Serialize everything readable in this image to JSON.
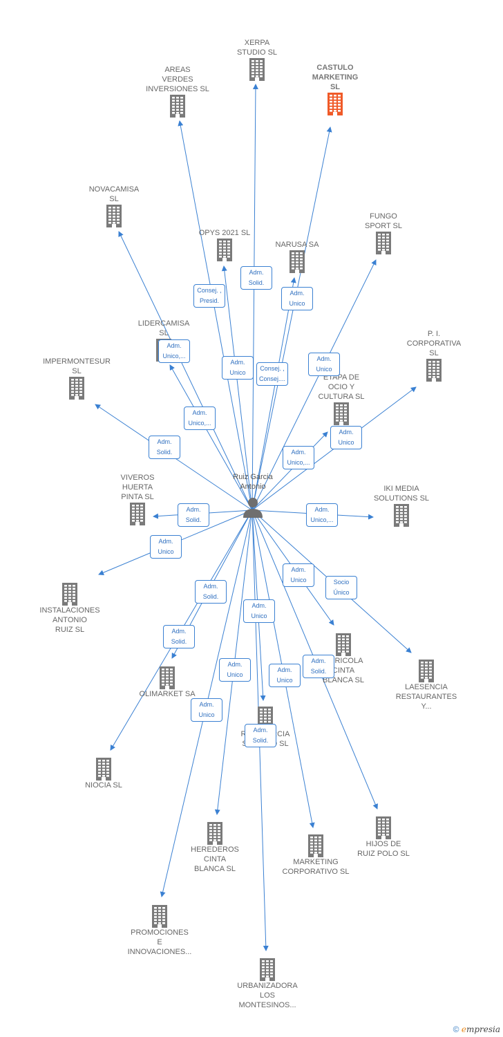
{
  "center": {
    "name": "Ruiz Garcia\nAntonio",
    "icon": "person-icon"
  },
  "colors": {
    "company": "#7a7a7a",
    "highlight": "#f05a28",
    "link": "#3a80d2"
  },
  "companies": [
    {
      "id": "xerpa",
      "label": "XERPA\nSTUDIO  SL",
      "highlight": false
    },
    {
      "id": "areas",
      "label": "AREAS\nVERDES\nINVERSIONES SL",
      "highlight": false
    },
    {
      "id": "castulo",
      "label": "CASTULO\nMARKETING\nSL",
      "highlight": true
    },
    {
      "id": "novacamisa",
      "label": "NOVACAMISA\nSL",
      "highlight": false
    },
    {
      "id": "opys",
      "label": "OPYS 2021  SL",
      "highlight": false
    },
    {
      "id": "narusa",
      "label": "NARUSA SA",
      "highlight": false
    },
    {
      "id": "fungo",
      "label": "FUNGO\nSPORT SL",
      "highlight": false
    },
    {
      "id": "pi",
      "label": "P.  I.\nCORPORATIVA\nSL",
      "highlight": false
    },
    {
      "id": "lidercamisa",
      "label": "LIDERCAMISA\nSL",
      "highlight": false
    },
    {
      "id": "impermontesur",
      "label": "IMPERMONTESUR\nSL",
      "highlight": false
    },
    {
      "id": "etapa",
      "label": "ETAPA DE\nOCIO Y\nCULTURA  SL",
      "highlight": false
    },
    {
      "id": "viveros",
      "label": "VIVEROS\nHUERTA\nPINTA SL",
      "highlight": false
    },
    {
      "id": "iki",
      "label": "IKI MEDIA\nSOLUTIONS  SL",
      "highlight": false
    },
    {
      "id": "instalaciones",
      "label": "INSTALACIONES\nANTONIO\nRUIZ SL",
      "highlight": false
    },
    {
      "id": "olimarket",
      "label": "OLIMARKET SA",
      "highlight": false
    },
    {
      "id": "agricola",
      "label": "AGRICOLA\nCINTA\nBLANCA SL",
      "highlight": false
    },
    {
      "id": "laesencia",
      "label": "LAESENCIA\nRESTAURANTES\nY...",
      "highlight": false
    },
    {
      "id": "ruizgarcia",
      "label": "RUIZ GARCIA\nSORIANO  SL",
      "highlight": false
    },
    {
      "id": "niocia",
      "label": "NIOCIA SL",
      "highlight": false
    },
    {
      "id": "herederos",
      "label": "HEREDEROS\nCINTA\nBLANCA  SL",
      "highlight": false
    },
    {
      "id": "marketing",
      "label": "MARKETING\nCORPORATIVO SL",
      "highlight": false
    },
    {
      "id": "hijos",
      "label": "HIJOS DE\nRUIZ POLO SL",
      "highlight": false
    },
    {
      "id": "promociones",
      "label": "PROMOCIONES\nE\nINNOVACIONES...",
      "highlight": false
    },
    {
      "id": "urbanizadora",
      "label": "URBANIZADORA\nLOS\nMONTESINOS...",
      "highlight": false
    }
  ],
  "links": [
    {
      "to": "xerpa",
      "role": "Adm.\nSolid."
    },
    {
      "to": "areas",
      "role": "Consej. ,\nPresid."
    },
    {
      "to": "castulo",
      "role": "Adm.\nUnico"
    },
    {
      "to": "novacamisa",
      "role": "Adm.\nUnico,..."
    },
    {
      "to": "opys",
      "role": "Adm.\nUnico"
    },
    {
      "to": "narusa",
      "role": "Consej. ,\nConsej...."
    },
    {
      "to": "fungo",
      "role": "Adm.\nUnico"
    },
    {
      "to": "pi",
      "role": "Adm.\nUnico"
    },
    {
      "to": "lidercamisa",
      "role": "Adm.\nUnico,..."
    },
    {
      "to": "impermontesur",
      "role": "Adm.\nSolid."
    },
    {
      "to": "etapa",
      "role": "Adm.\nUnico,..."
    },
    {
      "to": "viveros",
      "role": "Adm.\nSolid."
    },
    {
      "to": "iki",
      "role": "Adm.\nUnico,..."
    },
    {
      "to": "instalaciones",
      "role": "Adm.\nUnico"
    },
    {
      "to": "olimarket",
      "role": "Adm.\nSolid."
    },
    {
      "to": "agricola",
      "role": "Adm.\nUnico"
    },
    {
      "to": "laesencia",
      "role": "Socio\nÚnico"
    },
    {
      "to": "ruizgarcia",
      "role": "Adm.\nUnico"
    },
    {
      "to": "niocia",
      "role": "Adm.\nSolid."
    },
    {
      "to": "herederos",
      "role": "Adm.\nUnico"
    },
    {
      "to": "marketing",
      "role": "Adm.\nUnico"
    },
    {
      "to": "hijos",
      "role": "Adm.\nSolid."
    },
    {
      "to": "promociones",
      "role": "Adm.\nUnico"
    },
    {
      "to": "urbanizadora",
      "role": "Adm.\nSolid."
    }
  ],
  "footer": {
    "copyright": "©",
    "brand_first": "e",
    "brand_rest": "mpresia"
  }
}
